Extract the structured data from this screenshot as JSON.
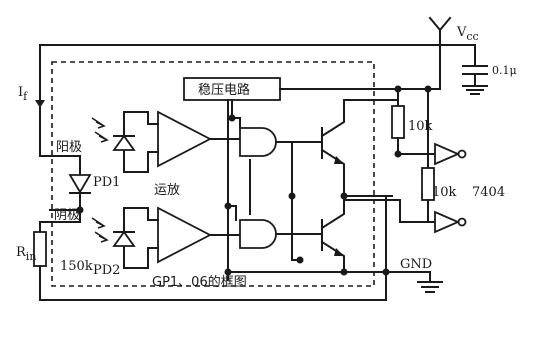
{
  "labels": {
    "vcc_main": "V",
    "vcc_sub": "cc",
    "cap": "0.1μ",
    "if_main": "I",
    "if_sub": "f",
    "anode": "阳极",
    "cathode": "阴极",
    "led": "PD1",
    "pd2": "PD2",
    "amp": "运放",
    "rin_main": "R",
    "rin_sub": "in",
    "r150k": "150k",
    "regulator": "稳压电路",
    "r10k_top": "10k",
    "r10k_mid": "10k",
    "gate": "7404",
    "gnd": "GND",
    "caption": "GP1、06的框图"
  }
}
